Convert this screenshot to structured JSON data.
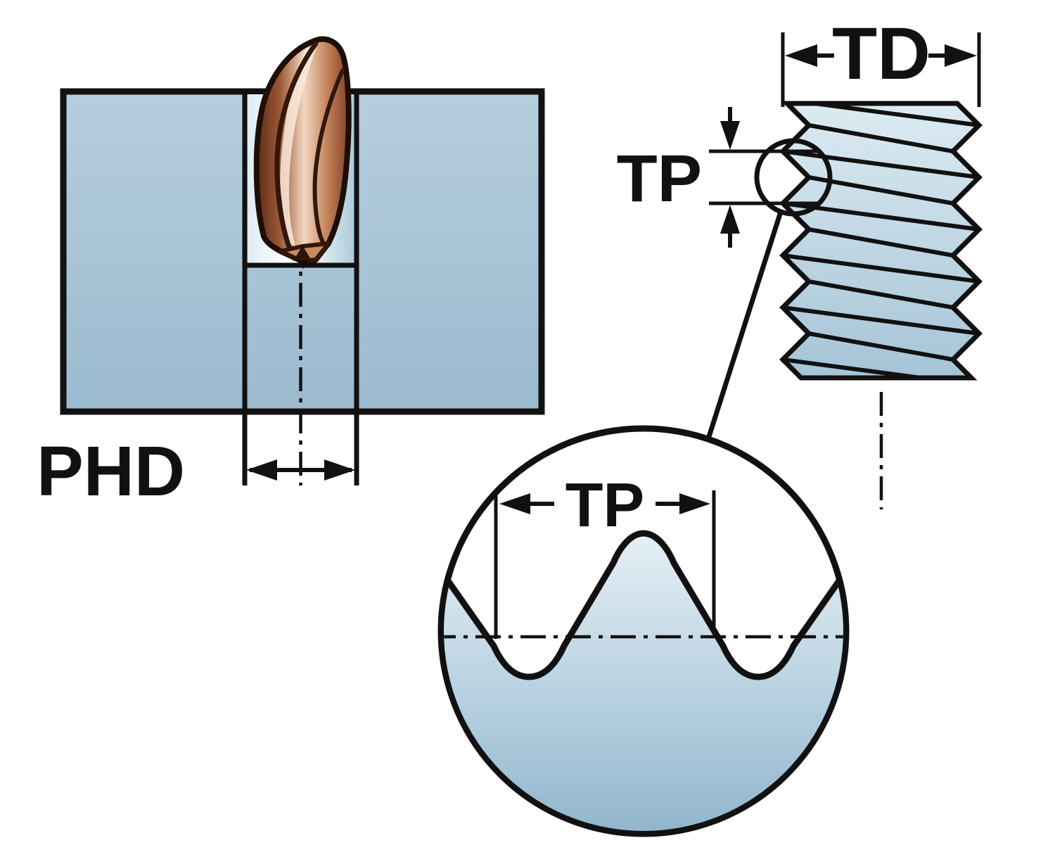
{
  "diagram": {
    "labels": {
      "phd": "PHD",
      "td": "TD",
      "tp": "TP",
      "tp_detail": "TP"
    },
    "colors": {
      "outline": "#111111",
      "label_text": "#111111",
      "workpiece_blue": "#a9c6d8",
      "workpiece_blue_light": "#dce9f1",
      "hole_highlight": "#f2f7fa",
      "tool_copper_dark": "#6e3018",
      "tool_copper_light": "#f6e0cd",
      "background": "#ffffff"
    }
  }
}
